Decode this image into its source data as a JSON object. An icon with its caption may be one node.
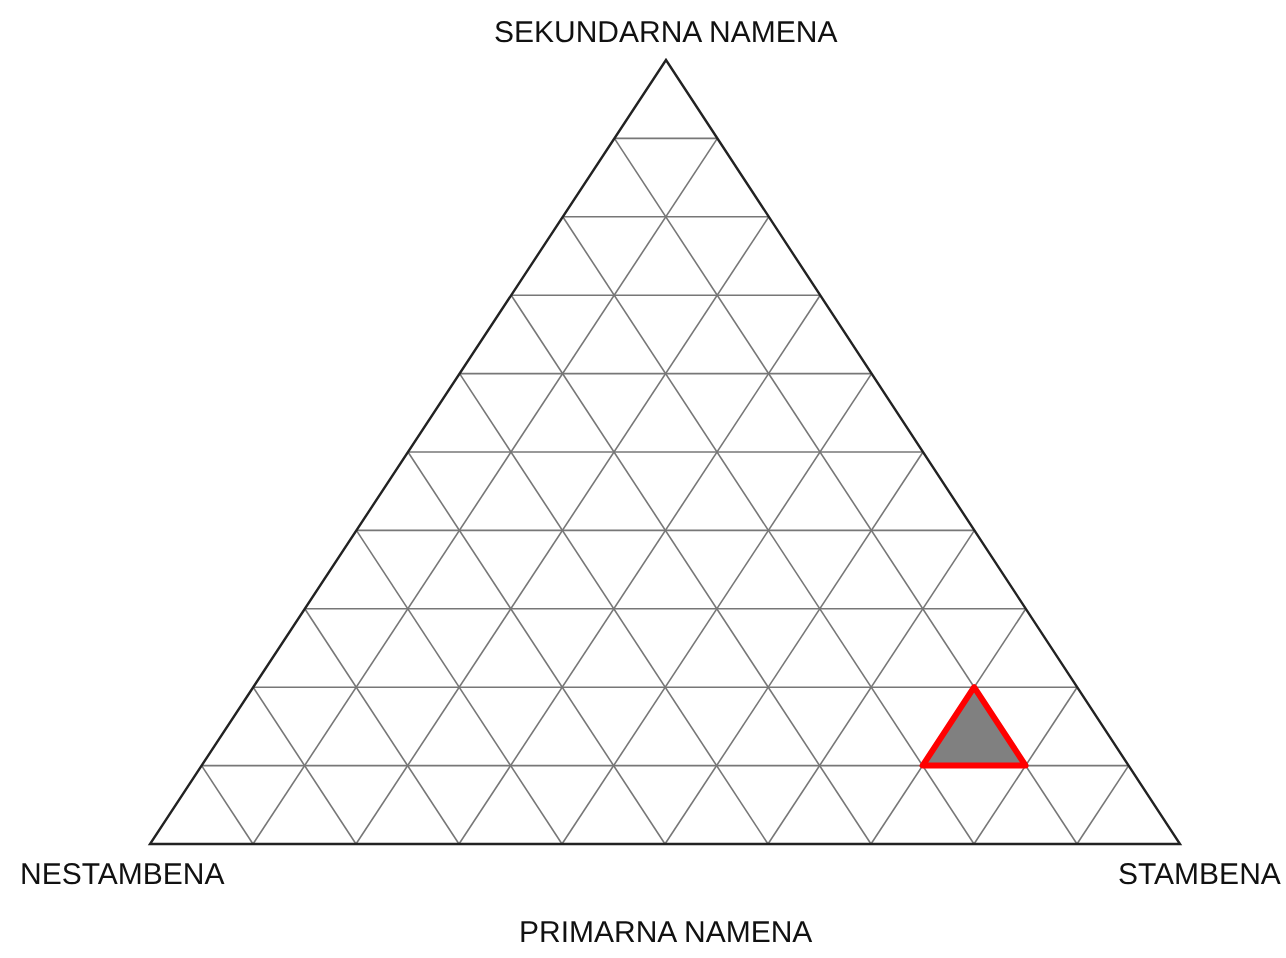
{
  "diagram": {
    "labels": [
      "SEKUNDARNA NAMENA",
      "NESTAMBENA",
      "STAMBENA",
      "PRIMARNA NAMENA"
    ]
  }
}
